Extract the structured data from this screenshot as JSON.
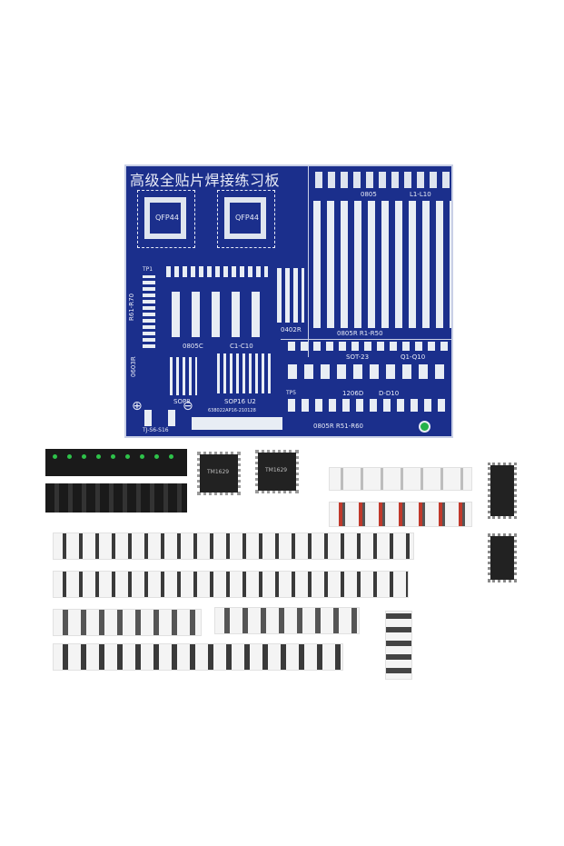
{
  "pcb": {
    "title": "高级全贴片焊接练习板",
    "qfp_left": "QFP44",
    "qfp_right": "QFP44",
    "label_0805": "0805",
    "label_l1_l10": "L1-L10",
    "label_0805r_r1_r50": "0805R  R1-R50",
    "label_r61_r70": "R61-R70",
    "label_0603r": "0603R",
    "label_0402r": "0402R",
    "label_0805c": "0805C",
    "label_c1_c10": "C1-C10",
    "label_sot23": "SOT-23",
    "label_q1_q10": "Q1-Q10",
    "label_1206d": "1206D",
    "label_d_d10": "D-D10",
    "label_sop8": "SOP8",
    "label_sop16_u2": "SOP16  U2",
    "label_0805r_r51_r60": "0805R  R51-R60",
    "label_tp1": "TP1",
    "label_tp5": "TP5",
    "label_tj": "TJ-S6-S16",
    "label_code": "638022AP16-210128",
    "plus": "⊕",
    "minus": "⊖"
  },
  "chips": {
    "qfp_marking_left": "TM1629",
    "qfp_marking_right": "TM1629"
  }
}
